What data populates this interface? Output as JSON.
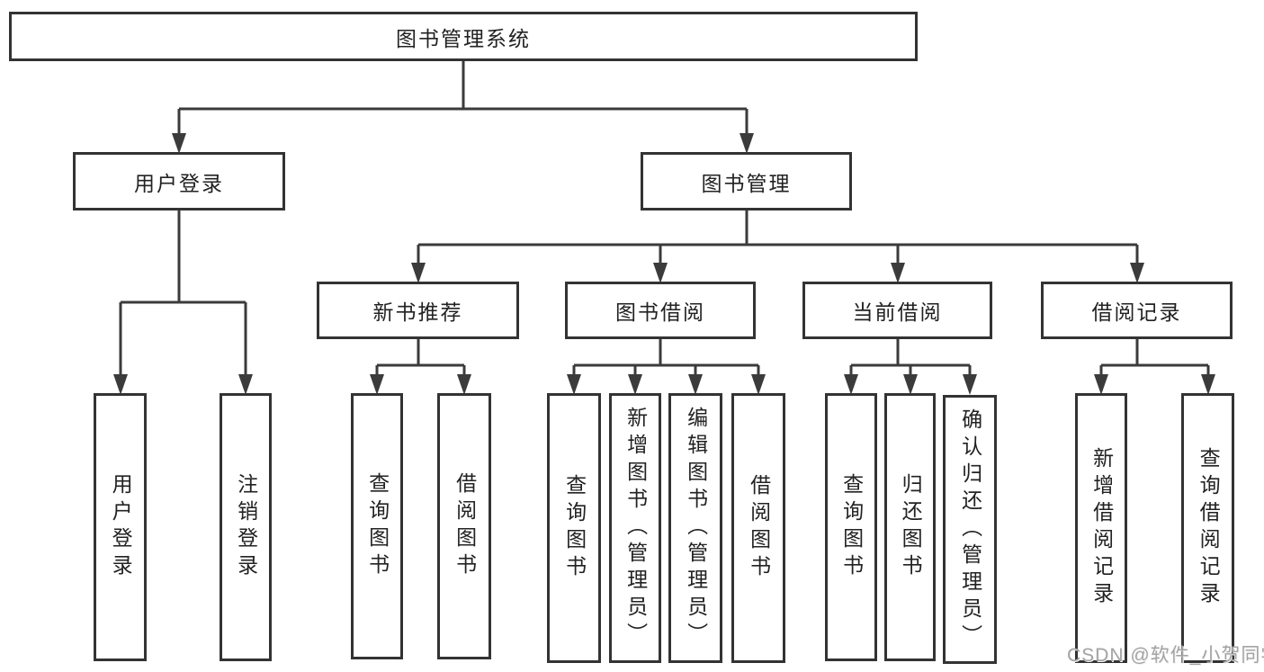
{
  "diagram": {
    "root": {
      "label": "图书管理系统"
    },
    "level2": {
      "user_login": {
        "label": "用户登录"
      },
      "book_mgmt": {
        "label": "图书管理"
      }
    },
    "level3": {
      "new_book_rec": {
        "label": "新书推荐"
      },
      "book_borrow": {
        "label": "图书借阅"
      },
      "current_borrow": {
        "label": "当前借阅"
      },
      "borrow_records": {
        "label": "借阅记录"
      }
    },
    "leaves": {
      "user_login_action": {
        "label": "用户登录"
      },
      "logout_action": {
        "label": "注销登录"
      },
      "rec_query_books": {
        "label": "查询图书"
      },
      "rec_borrow_books": {
        "label": "借阅图书"
      },
      "bb_query_books": {
        "label": "查询图书"
      },
      "bb_add_books": {
        "label": "新增图书（管理员）"
      },
      "bb_edit_books": {
        "label": "编辑图书（管理员）"
      },
      "bb_borrow_books": {
        "label": "借阅图书"
      },
      "cb_query_books": {
        "label": "查询图书"
      },
      "cb_return_books": {
        "label": "归还图书"
      },
      "cb_confirm_return": {
        "label": "确认归还（管理员）"
      },
      "br_add_record": {
        "label": "新增借阅记录"
      },
      "br_query_record": {
        "label": "查询借阅记录"
      }
    }
  },
  "watermark": {
    "text": "CSDN @软件_小贺同学",
    "color": "#a3a3a3"
  },
  "colors": {
    "line": "#3b3b3b",
    "box_border": "#333333",
    "box_fill": "#ffffff",
    "text": "#222222",
    "background": "#ffffff"
  }
}
